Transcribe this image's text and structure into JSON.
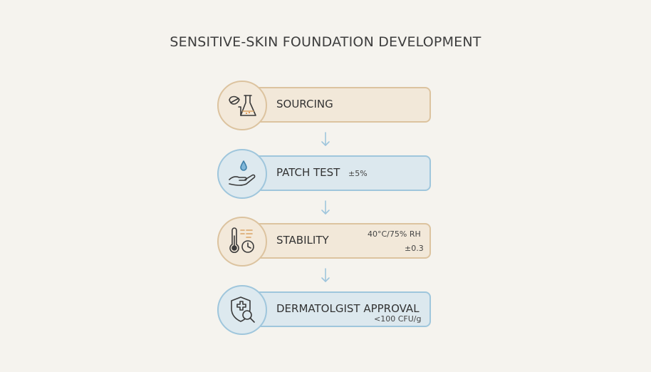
{
  "diagram": {
    "title": "SENSITIVE-SKIN FOUNDATION DEVELOPMENT",
    "steps": [
      {
        "label": "SOURCING",
        "icon": "flask-leaf-icon",
        "theme": "beige"
      },
      {
        "label": "PATCH TEST",
        "note": "±5%",
        "icon": "hand-droplet-icon",
        "theme": "blue"
      },
      {
        "label": "STABILITY",
        "note_top": "40°C/75% RH",
        "note_bottom": "±0.3",
        "icon": "thermometer-clock-icon",
        "theme": "beige"
      },
      {
        "label": "DERMATOLGIST APPROVAL",
        "note": "<100 CFU/g",
        "icon": "shield-magnifier-icon",
        "theme": "blue"
      }
    ],
    "colors": {
      "background": "#f5f3ee",
      "beige_fill": "#f2e8d9",
      "beige_border": "#dcc39f",
      "blue_fill": "#dce8ee",
      "blue_border": "#9fc6dc",
      "arrow": "#9fc6dc"
    }
  }
}
